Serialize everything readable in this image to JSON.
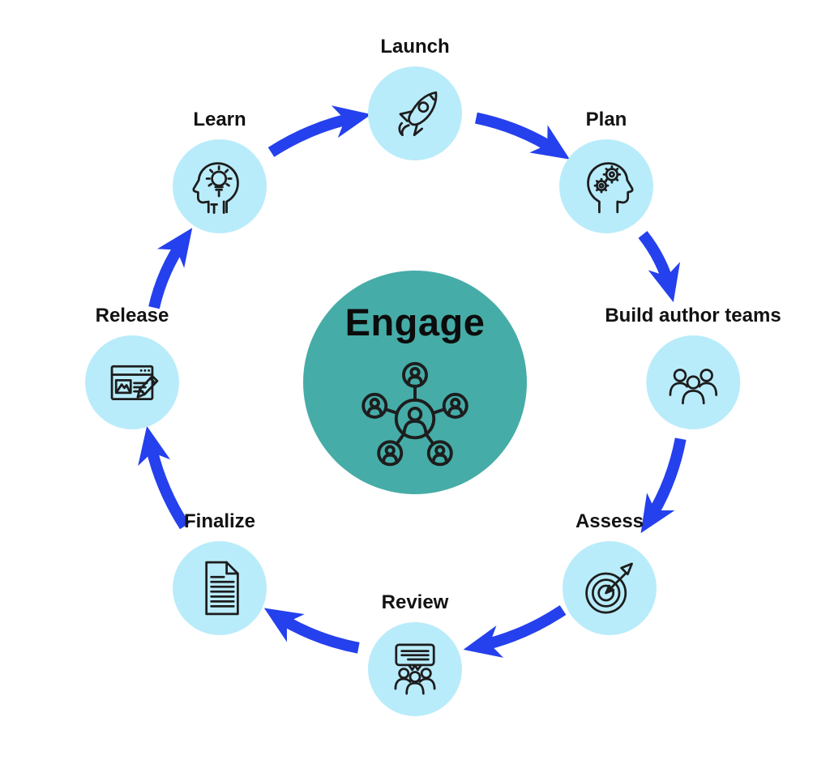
{
  "diagram": {
    "center": {
      "label": "Engage",
      "icon": "network-people-icon"
    },
    "steps": [
      {
        "label": "Launch",
        "icon": "rocket-icon"
      },
      {
        "label": "Plan",
        "icon": "head-gears-icon"
      },
      {
        "label": "Build author teams",
        "icon": "team-icon"
      },
      {
        "label": "Assess",
        "icon": "target-arrow-icon"
      },
      {
        "label": "Review",
        "icon": "group-discussion-icon"
      },
      {
        "label": "Finalize",
        "icon": "document-icon"
      },
      {
        "label": "Release",
        "icon": "webpage-edit-icon"
      },
      {
        "label": "Learn",
        "icon": "head-lightbulb-icon"
      }
    ],
    "flow_direction": "clockwise"
  },
  "colors": {
    "background": "#ffffff",
    "center_circle": "#46aca7",
    "step_circle": "#b9ecfa",
    "arrow": "#2540ed",
    "icon_stroke": "#1d1d1d",
    "label_text": "#121212"
  }
}
